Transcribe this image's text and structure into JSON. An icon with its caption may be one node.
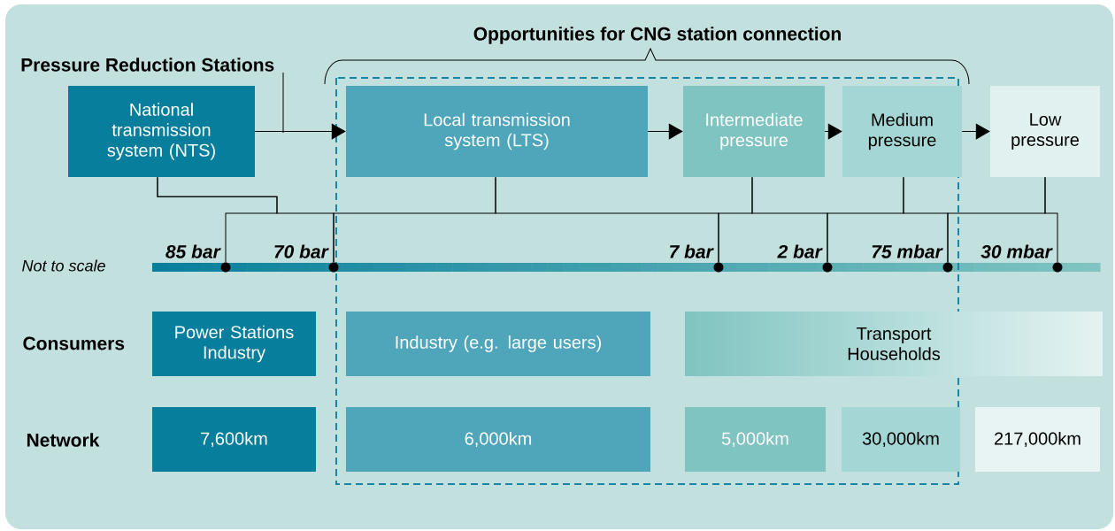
{
  "diagram": {
    "nodes": [
      {
        "text": [
          "National transmission system (NTS)"
        ]
      },
      {
        "text": [
          "Local transmission system (LTS)"
        ]
      },
      {
        "text": [
          "Intermediate pressure"
        ]
      },
      {
        "text": [
          "Medium pressure"
        ]
      },
      {
        "text": [
          "Low pressure"
        ]
      },
      {
        "text": [
          "Pressure Reduction Stations"
        ]
      },
      {
        "text": [],
        "shape": "circle",
        "beside": [
          "85 bar"
        ]
      },
      {
        "text": [],
        "shape": "circle",
        "beside": [
          "70 bar"
        ]
      },
      {
        "text": [],
        "shape": "circle",
        "beside": [
          "7 bar"
        ]
      },
      {
        "text": [],
        "shape": "circle",
        "beside": [
          "2 bar"
        ]
      },
      {
        "text": [],
        "shape": "circle",
        "beside": [
          "75 mbar"
        ]
      },
      {
        "text": [],
        "shape": "circle",
        "beside": [
          "30 mbar"
        ]
      },
      {
        "text": [
          "Power Stations Industry"
        ]
      },
      {
        "text": [
          "Industry (e.g. large users)"
        ]
      },
      {
        "text": [
          "Transport Households"
        ]
      },
      {
        "text": [
          "7,600km"
        ]
      },
      {
        "text": [
          "6,000km"
        ]
      },
      {
        "text": [
          "5,000km"
        ]
      },
      {
        "text": [
          "30,000km"
        ]
      },
      {
        "text": [
          "217,000km"
        ]
      }
    ],
    "edges": [
      {
        "from": 0,
        "to": 1,
        "arrow": "to"
      },
      {
        "from": 1,
        "to": 2,
        "arrow": "to"
      },
      {
        "from": 2,
        "to": 3,
        "arrow": "to"
      },
      {
        "from": 3,
        "to": 4,
        "arrow": "to"
      },
      {
        "from": 5,
        "to": null,
        "arrow": "none"
      },
      {
        "from": 0,
        "to": 6,
        "arrow": "none"
      },
      {
        "from": 0,
        "to": 7,
        "arrow": "none"
      },
      {
        "from": 1,
        "to": 7,
        "arrow": "none"
      },
      {
        "from": 1,
        "to": 8,
        "arrow": "none"
      },
      {
        "from": 2,
        "to": 8,
        "arrow": "none"
      },
      {
        "from": 2,
        "to": 9,
        "arrow": "none"
      },
      {
        "from": 3,
        "to": 9,
        "arrow": "none"
      },
      {
        "from": 3,
        "to": 10,
        "arrow": "none"
      },
      {
        "from": 4,
        "to": 10,
        "arrow": "none"
      },
      {
        "from": 4,
        "to": 11,
        "arrow": "none"
      }
    ],
    "labels": [
      "Opportunities for CNG station connection",
      "Not to scale",
      "Consumers",
      "Network"
    ]
  }
}
